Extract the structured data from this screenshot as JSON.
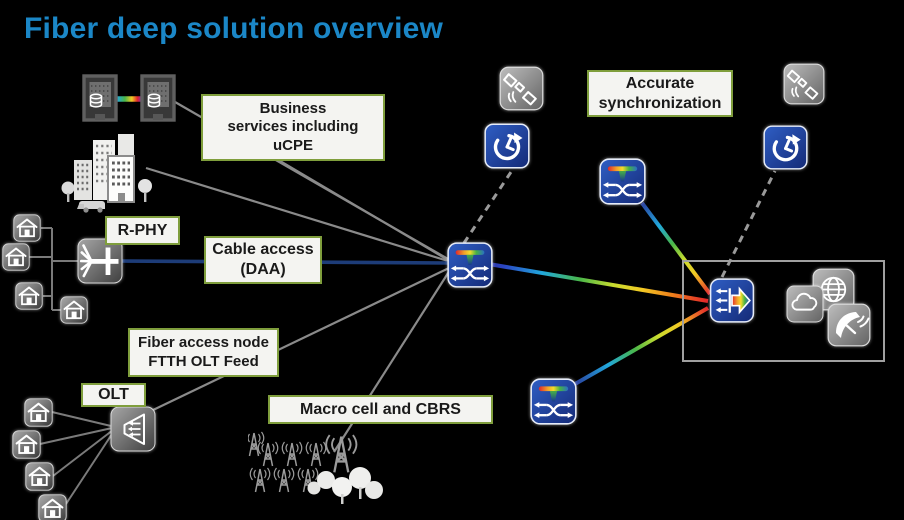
{
  "title": "Fiber deep solution overview",
  "labels": {
    "business_services": "Business\nservices including\nuCPE",
    "accurate_sync": "Accurate\nsynchronization",
    "rphy": "R-PHY",
    "cable_access": "Cable access\n(DAA)",
    "fiber_access": "Fiber access node\nFTTH OLT Feed",
    "olt": "OLT",
    "macro_cell": "Macro cell and CBRS"
  },
  "colors": {
    "background": "#000000",
    "title": "#1b87c7",
    "label_border": "#7f9e3c",
    "label_bg": "#f4f4f1",
    "connector_gray": "#8a8a8a",
    "connector_blue": "#1d3c78",
    "node_blue": "#1d46a8",
    "node_gray": "#6f6f6f",
    "spectrum": [
      "#2d1d7a",
      "#2b46c4",
      "#21a8dc",
      "#4ab749",
      "#c8dc2f",
      "#f2ca24",
      "#ee7e1b",
      "#e2252b"
    ]
  },
  "icons": [
    "server-icon",
    "server-icon",
    "city-buildings-icon",
    "house-icon",
    "rphy-node-icon",
    "olt-node-icon",
    "cell-towers-icon",
    "transponder-icon",
    "gnss-satellite-icon",
    "sync-clock-icon",
    "mux-icon",
    "cloud-icon",
    "globe-icon",
    "satellite-dish-icon"
  ]
}
